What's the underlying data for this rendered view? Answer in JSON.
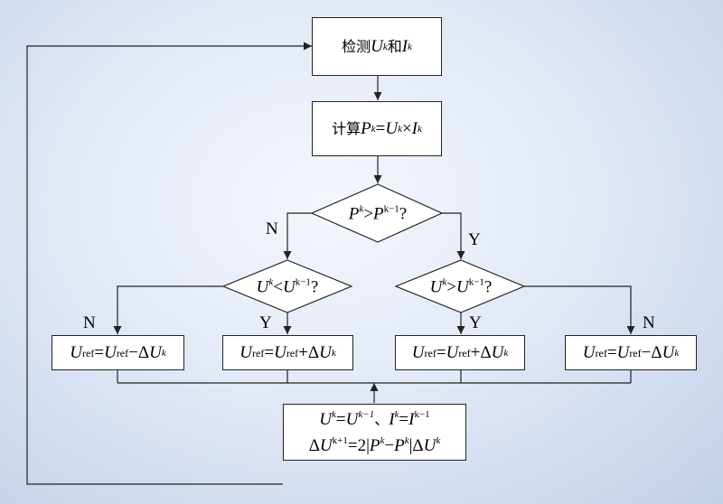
{
  "nodes": {
    "detect": {
      "prefix": "检测",
      "u": "U",
      "k": "k",
      "join": "和",
      "i": "I"
    },
    "compute": {
      "prefix": "计算",
      "p": "P",
      "k": "k",
      "eq": "=",
      "u": "U",
      "times": "×",
      "i": "I"
    },
    "cond_p": {
      "p": "P",
      "k": "k",
      "gt": ">",
      "km1": "k−1",
      "q": "?"
    },
    "cond_u_lt": {
      "u": "U",
      "k": "k",
      "lt": "<",
      "km1": "k−1",
      "q": "?"
    },
    "cond_u_gt": {
      "u": "U",
      "k": "k",
      "gt": ">",
      "km1": "k−1",
      "q": "?"
    },
    "decrease": {
      "u": "U",
      "ref": "ref",
      "eq": "=",
      "op": "−Δ",
      "k": "k"
    },
    "increase": {
      "u": "U",
      "ref": "ref",
      "eq": "=",
      "op": "+Δ",
      "k": "k"
    },
    "update": {
      "line1": {
        "u": "U",
        "k": "k",
        "eq": "=",
        "km1": "k−1",
        "sep": "、",
        "i": "I"
      },
      "line2": {
        "delta": "Δ",
        "u": "U",
        "kp1": "k+1",
        "eq": "=2|",
        "p": "P",
        "k": "k",
        "minus": "−",
        "bar": "|Δ"
      }
    }
  },
  "branch_labels": {
    "yes": "Y",
    "no": "N"
  }
}
